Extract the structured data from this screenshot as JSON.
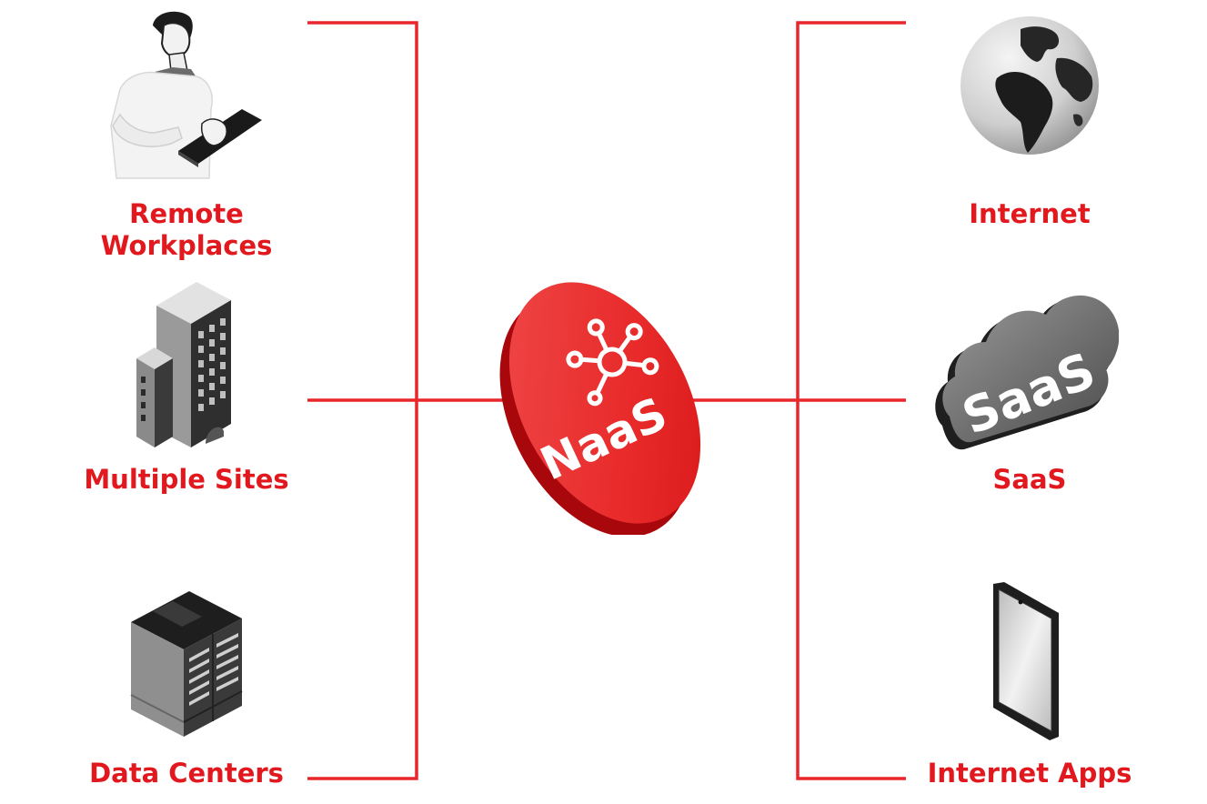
{
  "diagram": {
    "center": {
      "label": "NaaS",
      "icon": "network-hub-icon"
    },
    "left_nodes": [
      {
        "id": "remote-workplaces",
        "label_lines": [
          "Remote",
          "Workplaces"
        ],
        "icon": "person-with-tablet-icon"
      },
      {
        "id": "multiple-sites",
        "label_lines": [
          "Multiple Sites"
        ],
        "icon": "office-buildings-icon"
      },
      {
        "id": "data-centers",
        "label_lines": [
          "Data Centers"
        ],
        "icon": "server-rack-icon"
      }
    ],
    "right_nodes": [
      {
        "id": "internet",
        "label_lines": [
          "Internet"
        ],
        "icon": "globe-icon"
      },
      {
        "id": "saas",
        "label_lines": [
          "SaaS"
        ],
        "icon": "cloud-icon",
        "icon_text": "SaaS"
      },
      {
        "id": "internet-apps",
        "label_lines": [
          "Internet Apps"
        ],
        "icon": "smartphone-icon"
      }
    ],
    "colors": {
      "accent": "#e1191e",
      "line": "#e8262b",
      "grey_dark": "#2b2b2b",
      "grey_mid": "#7a7a7a",
      "grey_light": "#cfcfcf"
    }
  }
}
